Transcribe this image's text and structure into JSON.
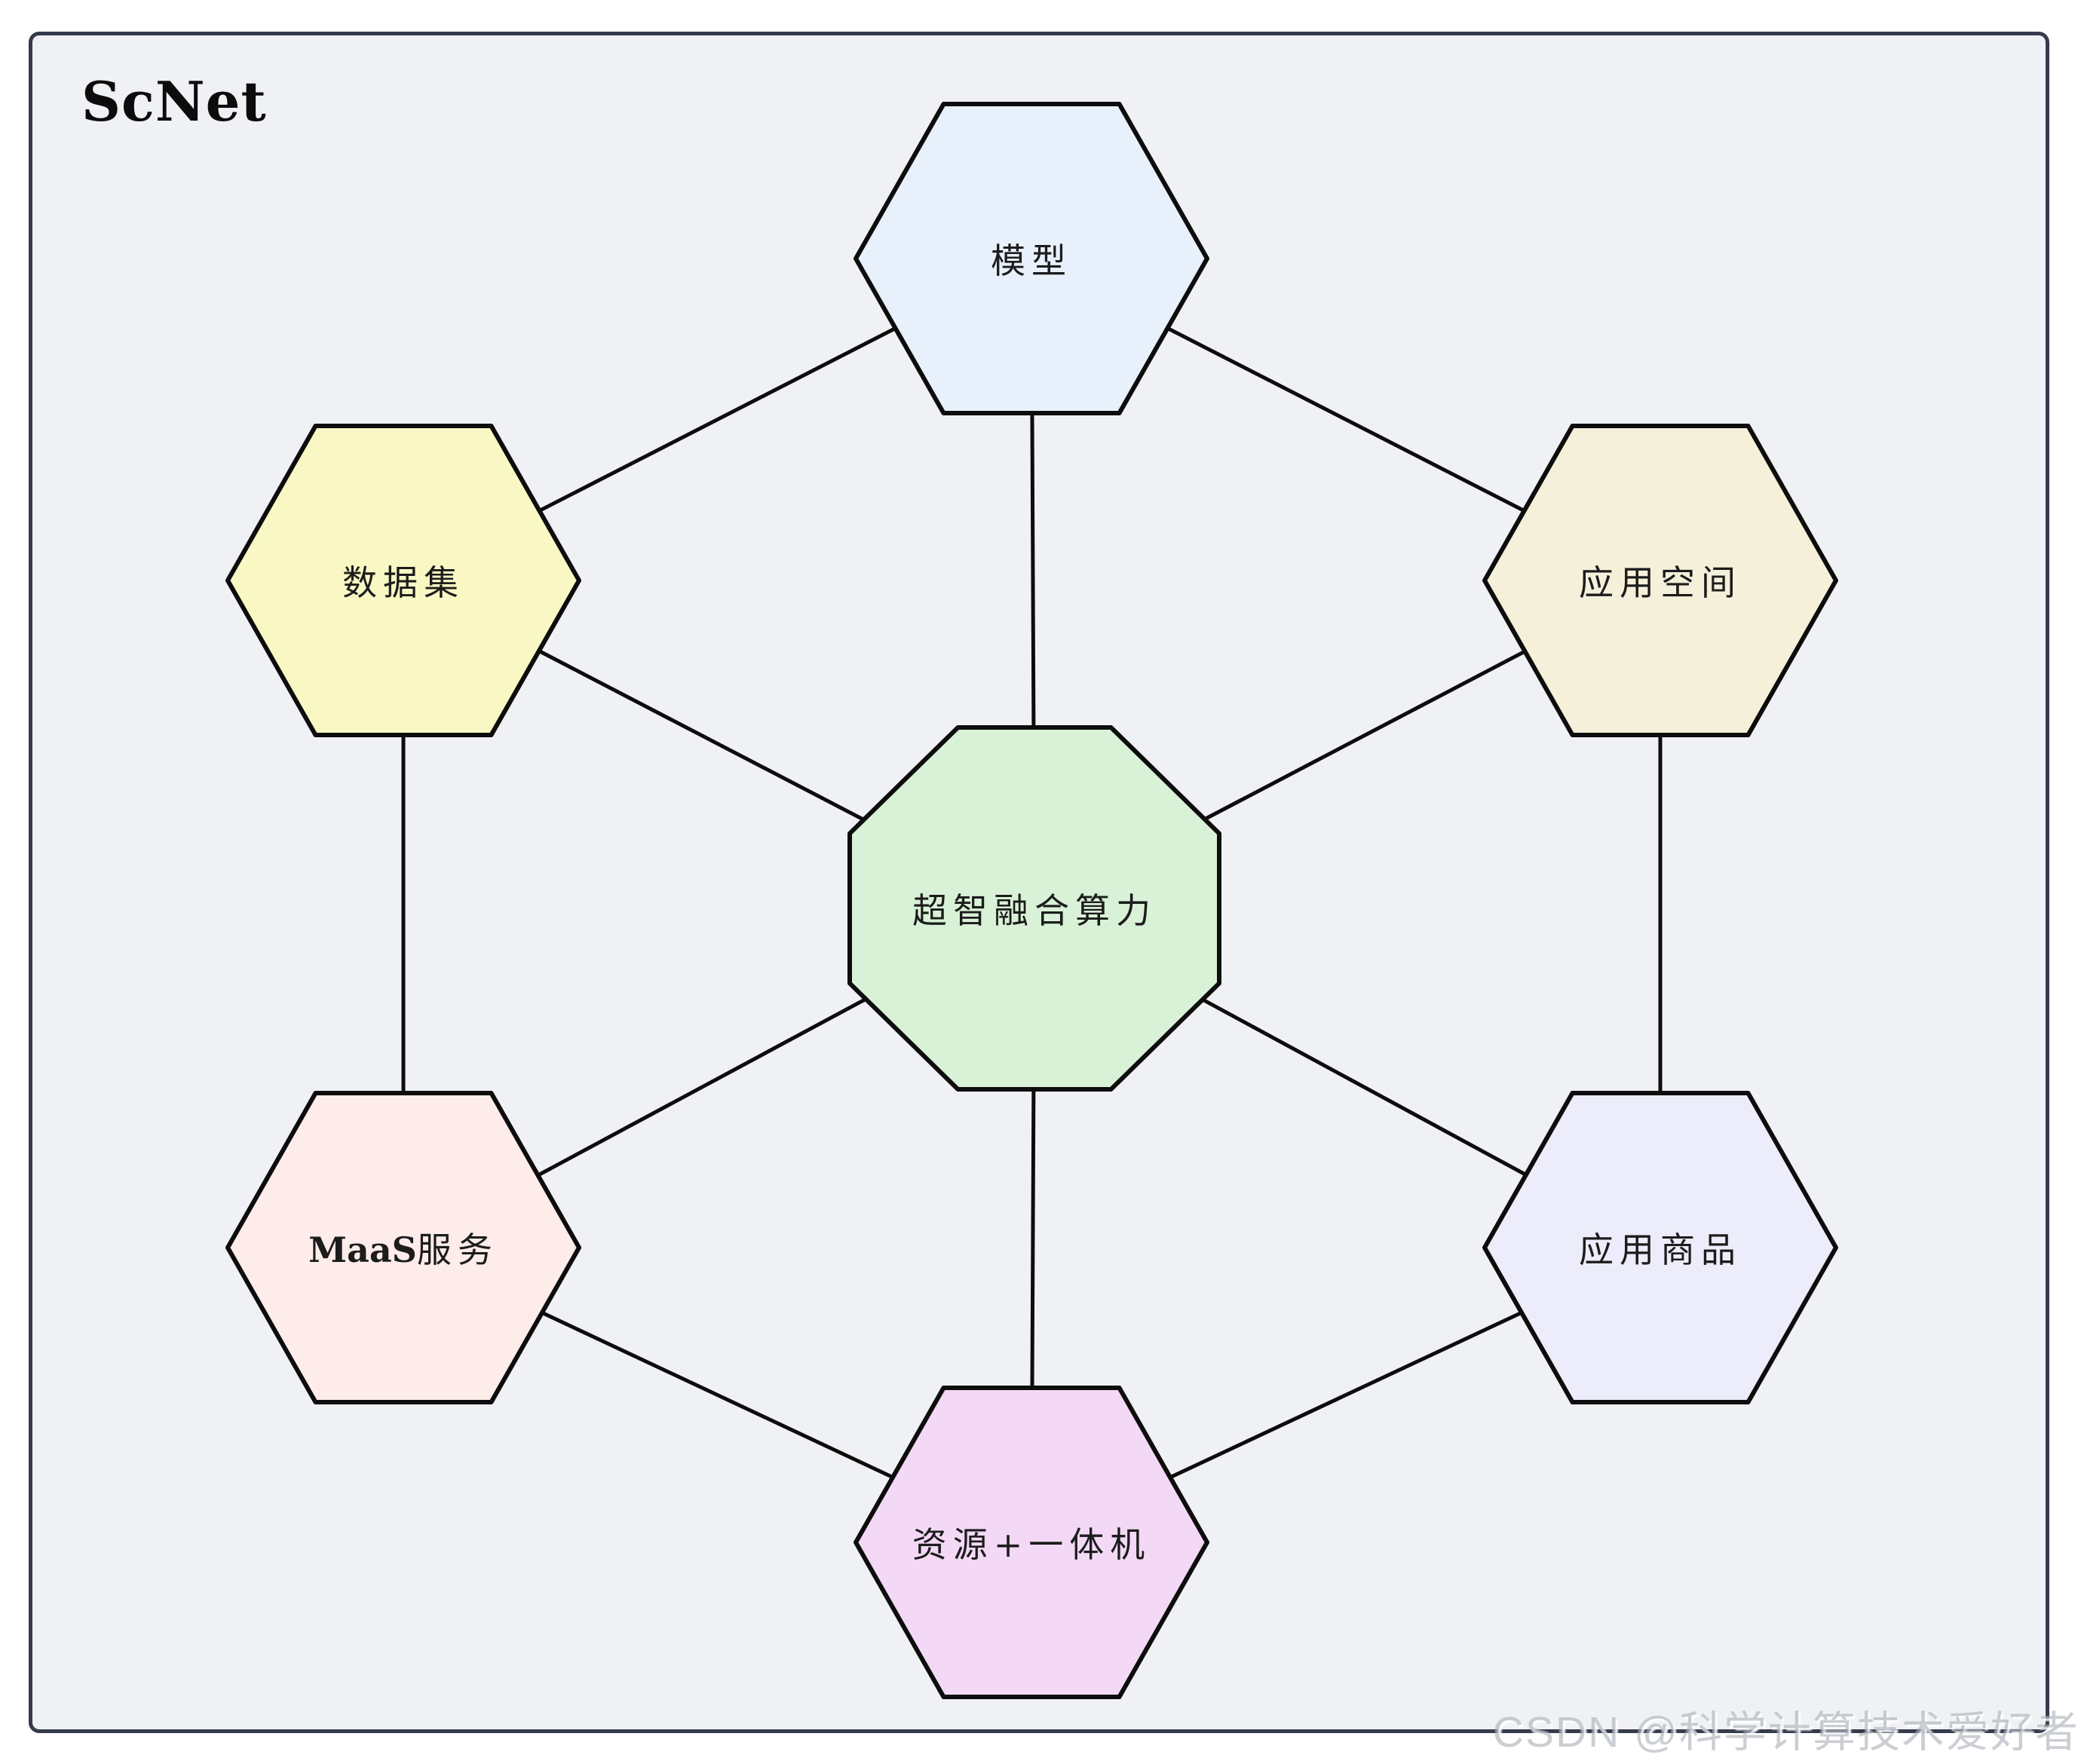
{
  "page": {
    "title": "ScNet"
  },
  "watermark": {
    "text": "CSDN @科学计算技术爱好者"
  },
  "colors": {
    "canvas_bg": "#ffffff",
    "panel_bg": "#eff1f4",
    "panel_border": "#333b4c",
    "edge": "#0d0d0d",
    "node_border": "#0d0d0d",
    "label_text": "#1c1c1c"
  },
  "diagram": {
    "type": "network",
    "center_node": "center",
    "nodes": {
      "model": {
        "label": "模型",
        "shape": "hexagon",
        "fill": "#e8f1fb",
        "position": "top"
      },
      "dataset": {
        "label": "数据集",
        "shape": "hexagon",
        "fill": "#f9f8c4",
        "position": "top-left"
      },
      "app_space": {
        "label": "应用空间",
        "shape": "hexagon",
        "fill": "#f5f0da",
        "position": "top-right"
      },
      "center": {
        "label": "超智融合算力",
        "shape": "octagon",
        "fill": "#d9f2d7",
        "position": "center"
      },
      "maas": {
        "label_bold": "MaaS",
        "label_rest": "服务",
        "shape": "hexagon",
        "fill": "#fdecea",
        "position": "bottom-left"
      },
      "app_goods": {
        "label": "应用商品",
        "shape": "hexagon",
        "fill": "#ececfa",
        "position": "bottom-right"
      },
      "resource": {
        "label": "资源+一体机",
        "shape": "hexagon",
        "fill": "#f3d9f6",
        "position": "bottom"
      }
    },
    "edges": [
      [
        "model",
        "dataset"
      ],
      [
        "model",
        "app_space"
      ],
      [
        "model",
        "center"
      ],
      [
        "dataset",
        "center"
      ],
      [
        "dataset",
        "maas"
      ],
      [
        "app_space",
        "center"
      ],
      [
        "app_space",
        "app_goods"
      ],
      [
        "maas",
        "center"
      ],
      [
        "maas",
        "resource"
      ],
      [
        "app_goods",
        "center"
      ],
      [
        "app_goods",
        "resource"
      ],
      [
        "resource",
        "center"
      ]
    ]
  }
}
